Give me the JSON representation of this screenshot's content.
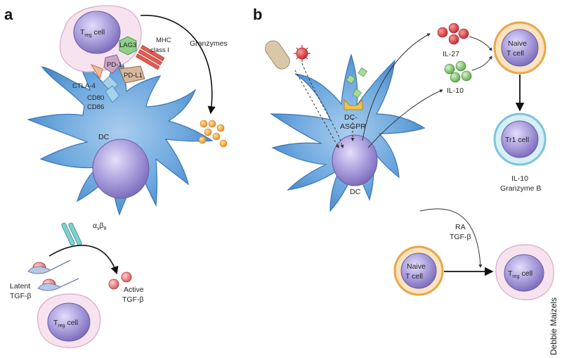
{
  "panel_a": {
    "letter": "a",
    "treg_top": {
      "label": "T",
      "subscript": "reg",
      "suffix": " cell"
    },
    "lag3": "LAG3",
    "mhc_line1": "MHC",
    "mhc_line2": "class I",
    "pd1": "PD-1",
    "pdl1": "PD-L1",
    "ctla4": "CTLA-4",
    "cd80": "CD80",
    "cd86": "CD86",
    "granzymes": "Granzymes",
    "dc": "DC",
    "integrin": {
      "alpha": "α",
      "alpha_sub": "v",
      "beta": "β",
      "beta_sub": "8"
    },
    "latent_line1": "Latent",
    "latent_line2": "TGF-β",
    "active_line1": "Active",
    "active_line2": "TGF-β",
    "treg_bottom": {
      "label": "T",
      "subscript": "reg",
      "suffix": " cell"
    }
  },
  "panel_b": {
    "letter": "b",
    "il27": "IL-27",
    "il10": "IL-10",
    "naive_top_line1": "Naive",
    "naive_top_line2": "T cell",
    "tr1": "Tr1 cell",
    "tr1_out_line1": "IL-10",
    "tr1_out_line2": "Granzyme B",
    "dc_asgpr_line1": "DC-",
    "dc_asgpr_line2": "ASGPR",
    "dc": "DC",
    "ra": "RA",
    "tgfb": "TGF-β",
    "naive_bottom_line1": "Naive",
    "naive_bottom_line2": "T cell",
    "treg": {
      "label": "T",
      "subscript": "reg",
      "suffix": " cell"
    }
  },
  "credit": "Debbie Maizels",
  "colors": {
    "dc_blue": "#5b9bd5",
    "dc_blue_dark": "#3f7fc0",
    "nucleus_purple": "#9b8fd0",
    "treg_pink": "#f7e3ef",
    "naive_orange": "#f4c173",
    "tr1_blue": "#bfe3f1",
    "granzyme_orange": "#f5a53d",
    "il27_red": "#d9363e",
    "il10_green": "#7cc36b"
  }
}
